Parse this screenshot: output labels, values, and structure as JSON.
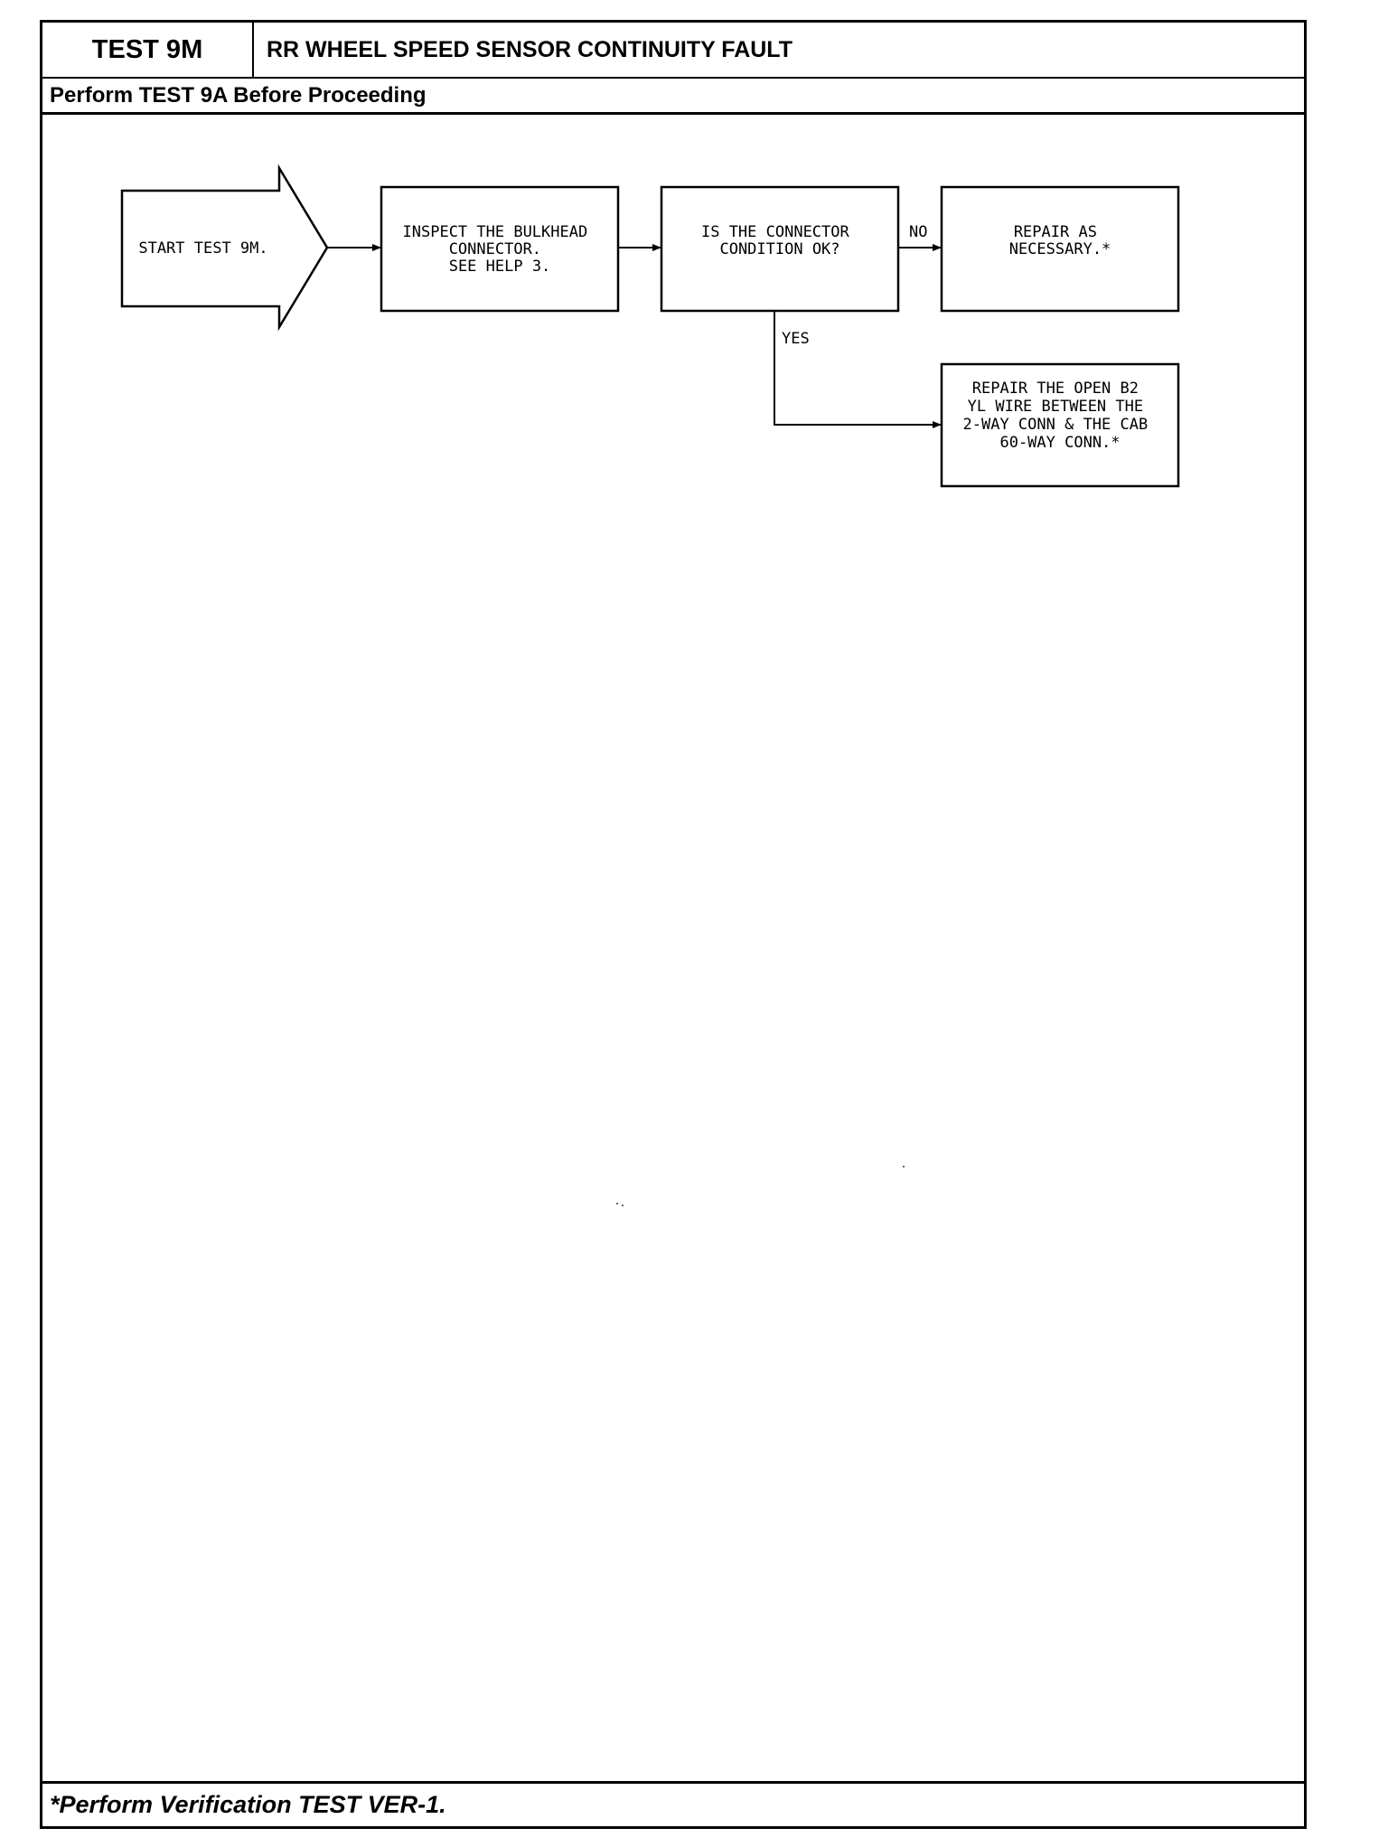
{
  "header": {
    "test_id": "TEST 9M",
    "title": "RR WHEEL SPEED SENSOR CONTINUITY FAULT",
    "prerequisite": "Perform TEST 9A Before Proceeding"
  },
  "footer": {
    "note": "*Perform Verification TEST VER-1."
  },
  "flowchart": {
    "nodes": {
      "start": {
        "lines": [
          "START TEST 9M."
        ]
      },
      "inspect": {
        "lines": [
          "INSPECT THE BULKHEAD",
          "CONNECTOR.",
          "SEE HELP 3."
        ]
      },
      "decision": {
        "lines": [
          "IS THE CONNECTOR",
          "CONDITION OK?"
        ]
      },
      "repair_necessary": {
        "lines": [
          "REPAIR AS",
          "NECESSARY.*"
        ]
      },
      "repair_open": {
        "lines": [
          "REPAIR THE OPEN B2",
          "YL WIRE BETWEEN THE",
          "2-WAY CONN & THE CAB",
          "60-WAY CONN.*"
        ]
      }
    },
    "branches": {
      "no": "NO",
      "yes": "YES"
    }
  }
}
